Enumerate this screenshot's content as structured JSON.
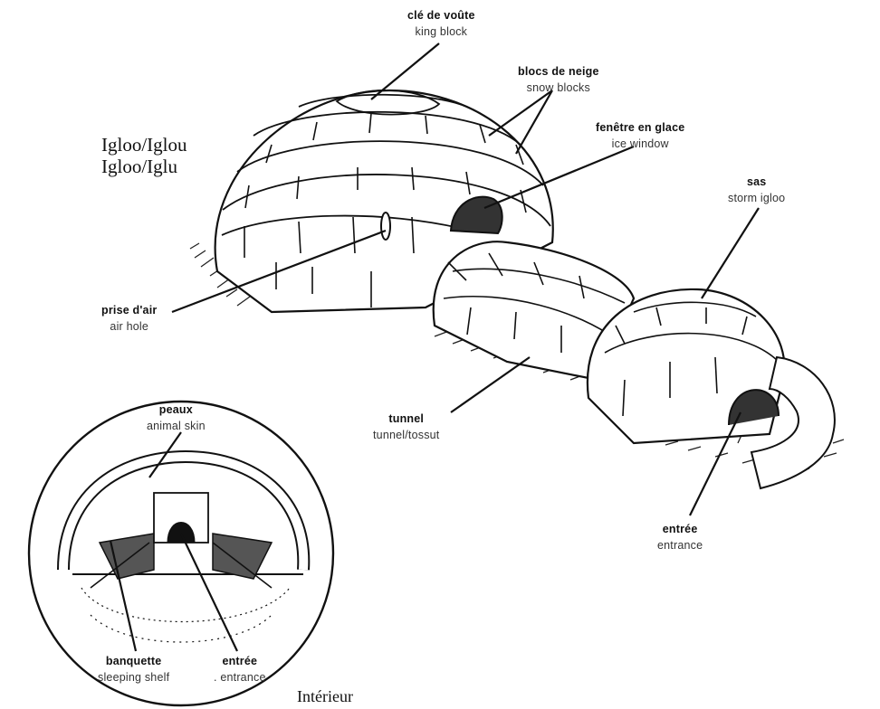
{
  "title": {
    "line1": "Igloo/Iglou",
    "line2": "Igloo/Iglu"
  },
  "labels": {
    "king_block": {
      "fr": "clé de voûte",
      "en": "king block"
    },
    "snow_blocks": {
      "fr": "blocs de neige",
      "en": "snow blocks"
    },
    "ice_window": {
      "fr": "fenêtre en glace",
      "en": "ice window"
    },
    "storm_igloo": {
      "fr": "sas",
      "en": "storm igloo"
    },
    "air_hole": {
      "fr": "prise d'air",
      "en": "air hole"
    },
    "tunnel": {
      "fr": "tunnel",
      "en": "tunnel/tossut"
    },
    "entrance": {
      "fr": "entrée",
      "en": "entrance"
    },
    "animal_skin": {
      "fr": "peaux",
      "en": "animal skin"
    },
    "sleeping_shelf": {
      "fr": "banquette",
      "en": "sleeping shelf"
    },
    "interior_entrance": {
      "fr": "entrée",
      "en": ". entrance"
    }
  },
  "interior_caption": "Intérieur"
}
